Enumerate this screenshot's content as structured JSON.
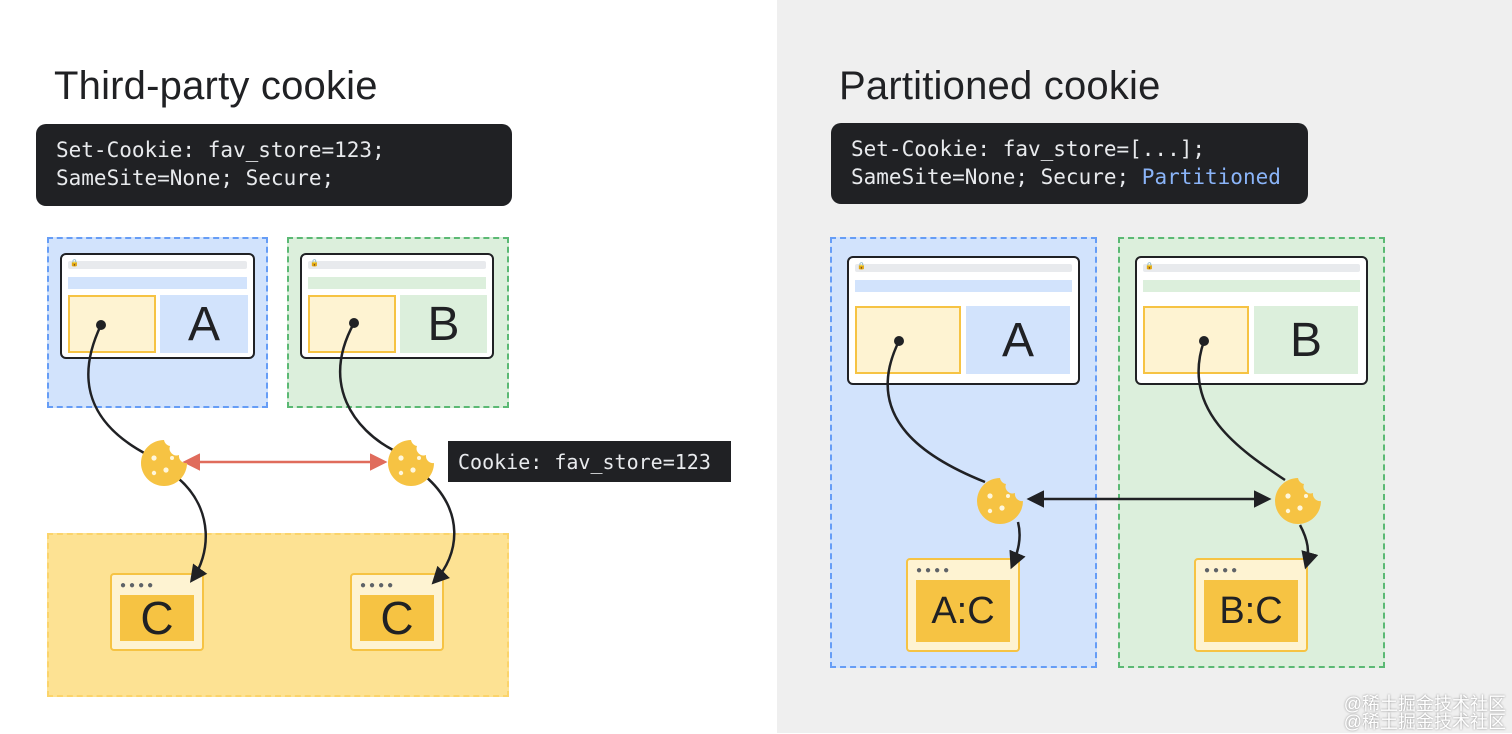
{
  "left": {
    "title": "Third-party cookie",
    "code_line1": "Set-Cookie: fav_store=123;",
    "code_line2": "SameSite=None; Secure;",
    "site_a": "A",
    "site_b": "B",
    "embed_1": "C",
    "embed_2": "C",
    "cookie_header": "Cookie: fav_store=123"
  },
  "right": {
    "title": "Partitioned cookie",
    "code_line1": "Set-Cookie: fav_store=[...];",
    "code_line2_prefix": "SameSite=None; Secure; ",
    "code_line2_highlight": "Partitioned",
    "site_a": "A",
    "site_b": "B",
    "embed_1": "A:C",
    "embed_2": "B:C"
  },
  "watermark": "@稀土掘金技术社区",
  "colors": {
    "blue_zone": "#d2e3fc",
    "green_zone": "#dcefdc",
    "yellow_zone": "#fde293",
    "cookie": "#f6c343",
    "highlight_text": "#8ab4f8",
    "shared_arrow": "#e06c5c",
    "partition_arrow": "#202124"
  },
  "icons": [
    "cookie-icon",
    "lock-icon"
  ]
}
